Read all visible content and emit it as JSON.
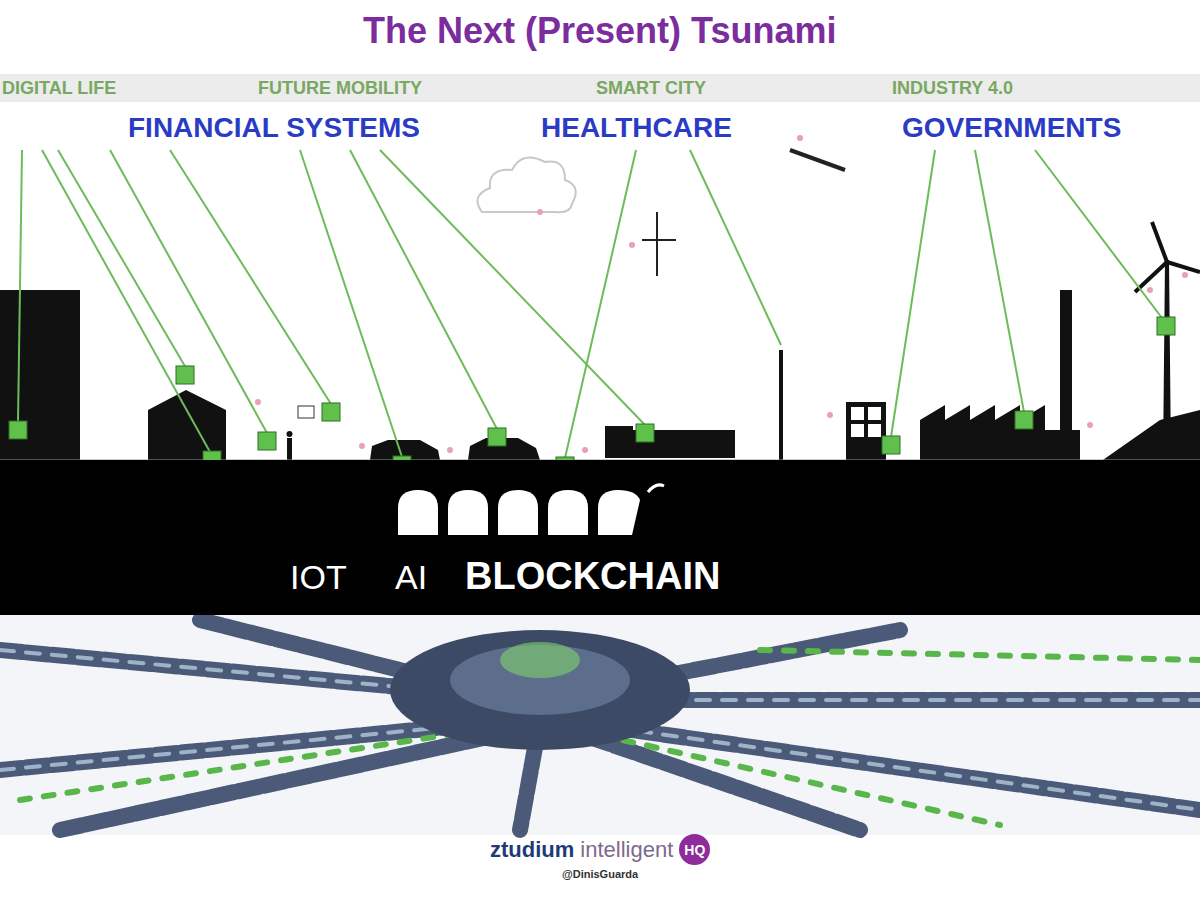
{
  "diagram": {
    "title": "The Next (Present) Tsunami",
    "nodes": [
      {
        "text": [
          "IOT",
          "AI",
          "BLOCKCHAIN"
        ]
      },
      {
        "text": [
          "HQ"
        ]
      }
    ],
    "labels": [
      "DIGITAL LIFE",
      "FUTURE MOBILITY",
      "SMART CITY",
      "INDUSTRY 4.0",
      "FINANCIAL SYSTEMS",
      "HEALTHCARE",
      "GOVERNMENTS",
      "ztudium",
      "intelligent",
      "@DinisGuarda"
    ]
  }
}
